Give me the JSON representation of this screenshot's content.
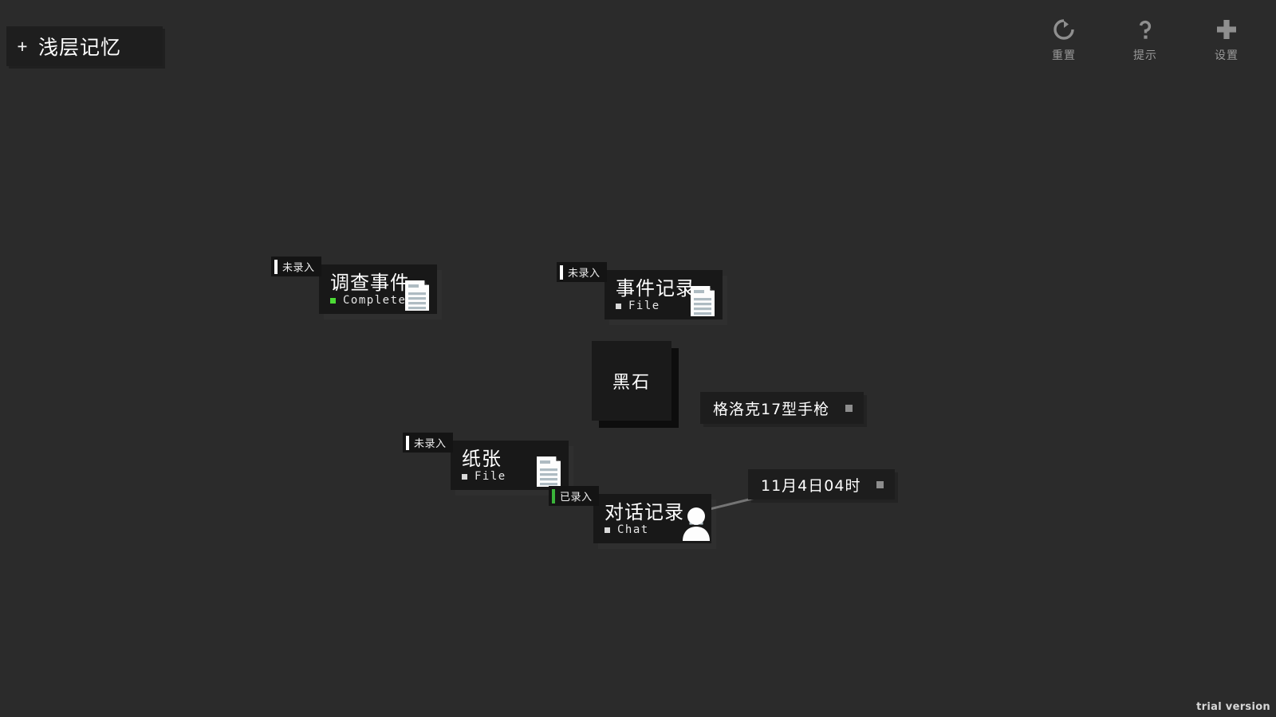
{
  "app": {
    "title": "浅层记忆",
    "add_icon": "+",
    "background_color": "#2b2b2b",
    "watermark": "trial version"
  },
  "toolbar": {
    "buttons": [
      {
        "label": "重置",
        "icon": "reset-icon"
      },
      {
        "label": "提示",
        "icon": "question-mark-icon"
      },
      {
        "label": "设置",
        "icon": "plus-settings-icon"
      }
    ]
  },
  "colors": {
    "accent_green": "#3ab33a",
    "badge_bg": "#141414",
    "card_bg": "#181818",
    "block_bg": "#1a1a1a",
    "pill_bg": "#1d1d1d",
    "text": "#ffffff",
    "muted_text": "#9a9a9a",
    "edge": "#8d8d8d"
  },
  "nodes": [
    {
      "id": "investigate-event",
      "kind": "card",
      "badge": "未录入",
      "badge_state": "unrecorded",
      "title": "调查事件",
      "subtitle": "Complete",
      "subtitle_marker_color": "#4cdb35",
      "icon": "document-icon"
    },
    {
      "id": "event-record",
      "kind": "card",
      "badge": "未录入",
      "badge_state": "unrecorded",
      "title": "事件记录",
      "subtitle": "File",
      "subtitle_marker_color": "#d9d9d9",
      "icon": "document-icon"
    },
    {
      "id": "black-stone",
      "kind": "block",
      "title": "黑石"
    },
    {
      "id": "glock-17-pistol",
      "kind": "pill",
      "title": "格洛克17型手枪",
      "icon": "square-dot-icon"
    },
    {
      "id": "paper",
      "kind": "card",
      "badge": "未录入",
      "badge_state": "unrecorded",
      "title": "纸张",
      "subtitle": "File",
      "subtitle_marker_color": "#d9d9d9",
      "icon": "document-icon"
    },
    {
      "id": "chat-record",
      "kind": "card",
      "badge": "已录入",
      "badge_state": "recorded",
      "title": "对话记录",
      "subtitle": "Chat",
      "subtitle_marker_color": "#d9d9d9",
      "icon": "person-icon"
    },
    {
      "id": "timestamp",
      "kind": "pill",
      "title": "11月4日04时",
      "icon": "square-dot-icon"
    }
  ]
}
